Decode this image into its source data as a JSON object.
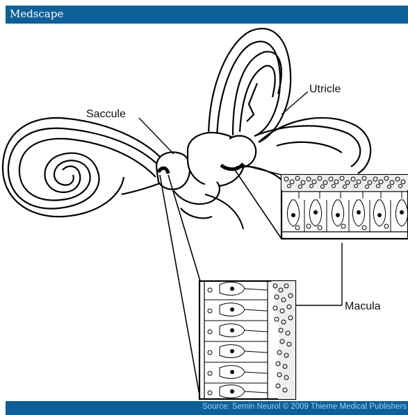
{
  "header": {
    "brand": "Medscape"
  },
  "labels": {
    "saccule": "Saccule",
    "utricle": "Utricle",
    "macula": "Macula"
  },
  "footer": {
    "source": "Source: Semin Neurol © 2009 Thieme Medical Publishers"
  },
  "colors": {
    "bar": "#0d5f99",
    "source_text": "#9ed0f2"
  }
}
